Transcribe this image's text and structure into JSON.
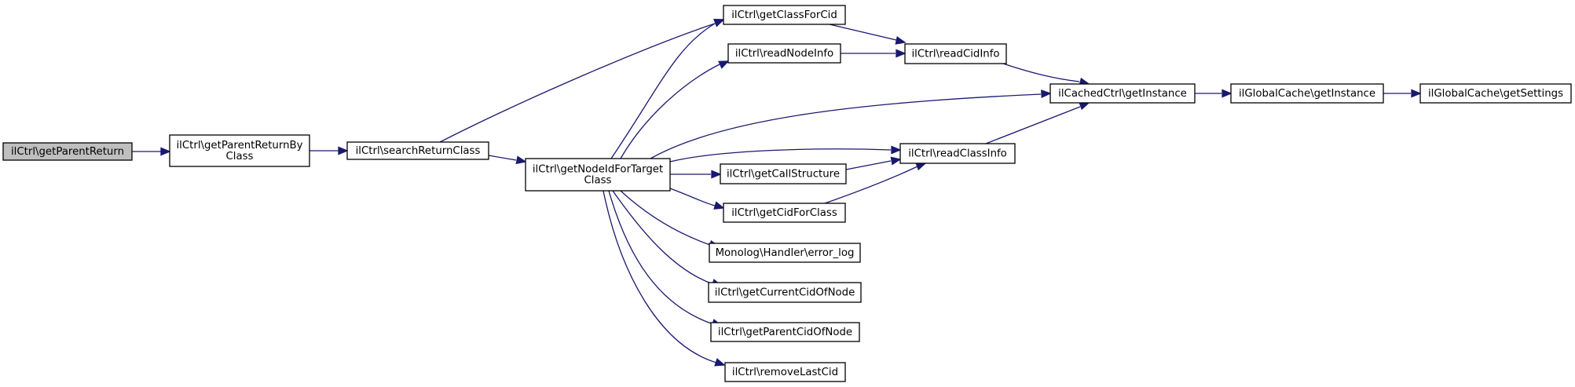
{
  "colors": {
    "edge": "#191970",
    "node_border": "#000000",
    "node_fill": "#ffffff",
    "focus_fill": "#bfbfbf"
  },
  "nodes": [
    {
      "id": "getParentReturn",
      "lines": [
        "ilCtrl\\getParentReturn"
      ],
      "focus": true
    },
    {
      "id": "getParentReturnByClass",
      "lines": [
        "ilCtrl\\getParentReturnBy",
        "Class"
      ]
    },
    {
      "id": "searchReturnClass",
      "lines": [
        "ilCtrl\\searchReturnClass"
      ]
    },
    {
      "id": "getNodeIdForTargetClass",
      "lines": [
        "ilCtrl\\getNodeIdForTarget",
        "Class"
      ]
    },
    {
      "id": "getClassForCid",
      "lines": [
        "ilCtrl\\getClassForCid"
      ]
    },
    {
      "id": "readNodeInfo",
      "lines": [
        "ilCtrl\\readNodeInfo"
      ]
    },
    {
      "id": "readCidInfo",
      "lines": [
        "ilCtrl\\readCidInfo"
      ]
    },
    {
      "id": "cachedGetInstance",
      "lines": [
        "ilCachedCtrl\\getInstance"
      ]
    },
    {
      "id": "globalGetInstance",
      "lines": [
        "ilGlobalCache\\getInstance"
      ]
    },
    {
      "id": "getSettings",
      "lines": [
        "ilGlobalCache\\getSettings"
      ]
    },
    {
      "id": "readClassInfo",
      "lines": [
        "ilCtrl\\readClassInfo"
      ]
    },
    {
      "id": "getCallStructure",
      "lines": [
        "ilCtrl\\getCallStructure"
      ]
    },
    {
      "id": "getCidForClass",
      "lines": [
        "ilCtrl\\getCidForClass"
      ]
    },
    {
      "id": "errorLog",
      "lines": [
        "Monolog\\Handler\\error_log"
      ]
    },
    {
      "id": "getCurrentCidOfNode",
      "lines": [
        "ilCtrl\\getCurrentCidOfNode"
      ]
    },
    {
      "id": "getParentCidOfNode",
      "lines": [
        "ilCtrl\\getParentCidOfNode"
      ]
    },
    {
      "id": "removeLastCid",
      "lines": [
        "ilCtrl\\removeLastCid"
      ]
    }
  ],
  "edges": [
    {
      "from": "getParentReturn",
      "to": "getParentReturnByClass"
    },
    {
      "from": "getParentReturnByClass",
      "to": "searchReturnClass"
    },
    {
      "from": "searchReturnClass",
      "to": "getClassForCid"
    },
    {
      "from": "searchReturnClass",
      "to": "getNodeIdForTargetClass"
    },
    {
      "from": "getNodeIdForTargetClass",
      "to": "getClassForCid"
    },
    {
      "from": "getNodeIdForTargetClass",
      "to": "readNodeInfo"
    },
    {
      "from": "getNodeIdForTargetClass",
      "to": "cachedGetInstance"
    },
    {
      "from": "getNodeIdForTargetClass",
      "to": "readClassInfo"
    },
    {
      "from": "getNodeIdForTargetClass",
      "to": "getCallStructure"
    },
    {
      "from": "getNodeIdForTargetClass",
      "to": "getCidForClass"
    },
    {
      "from": "getNodeIdForTargetClass",
      "to": "errorLog"
    },
    {
      "from": "getNodeIdForTargetClass",
      "to": "getCurrentCidOfNode"
    },
    {
      "from": "getNodeIdForTargetClass",
      "to": "getParentCidOfNode"
    },
    {
      "from": "getNodeIdForTargetClass",
      "to": "removeLastCid"
    },
    {
      "from": "getClassForCid",
      "to": "readCidInfo"
    },
    {
      "from": "readNodeInfo",
      "to": "readCidInfo"
    },
    {
      "from": "readCidInfo",
      "to": "cachedGetInstance"
    },
    {
      "from": "cachedGetInstance",
      "to": "globalGetInstance"
    },
    {
      "from": "globalGetInstance",
      "to": "getSettings"
    },
    {
      "from": "readClassInfo",
      "to": "cachedGetInstance"
    },
    {
      "from": "getCallStructure",
      "to": "readClassInfo"
    },
    {
      "from": "getCidForClass",
      "to": "readClassInfo"
    }
  ]
}
